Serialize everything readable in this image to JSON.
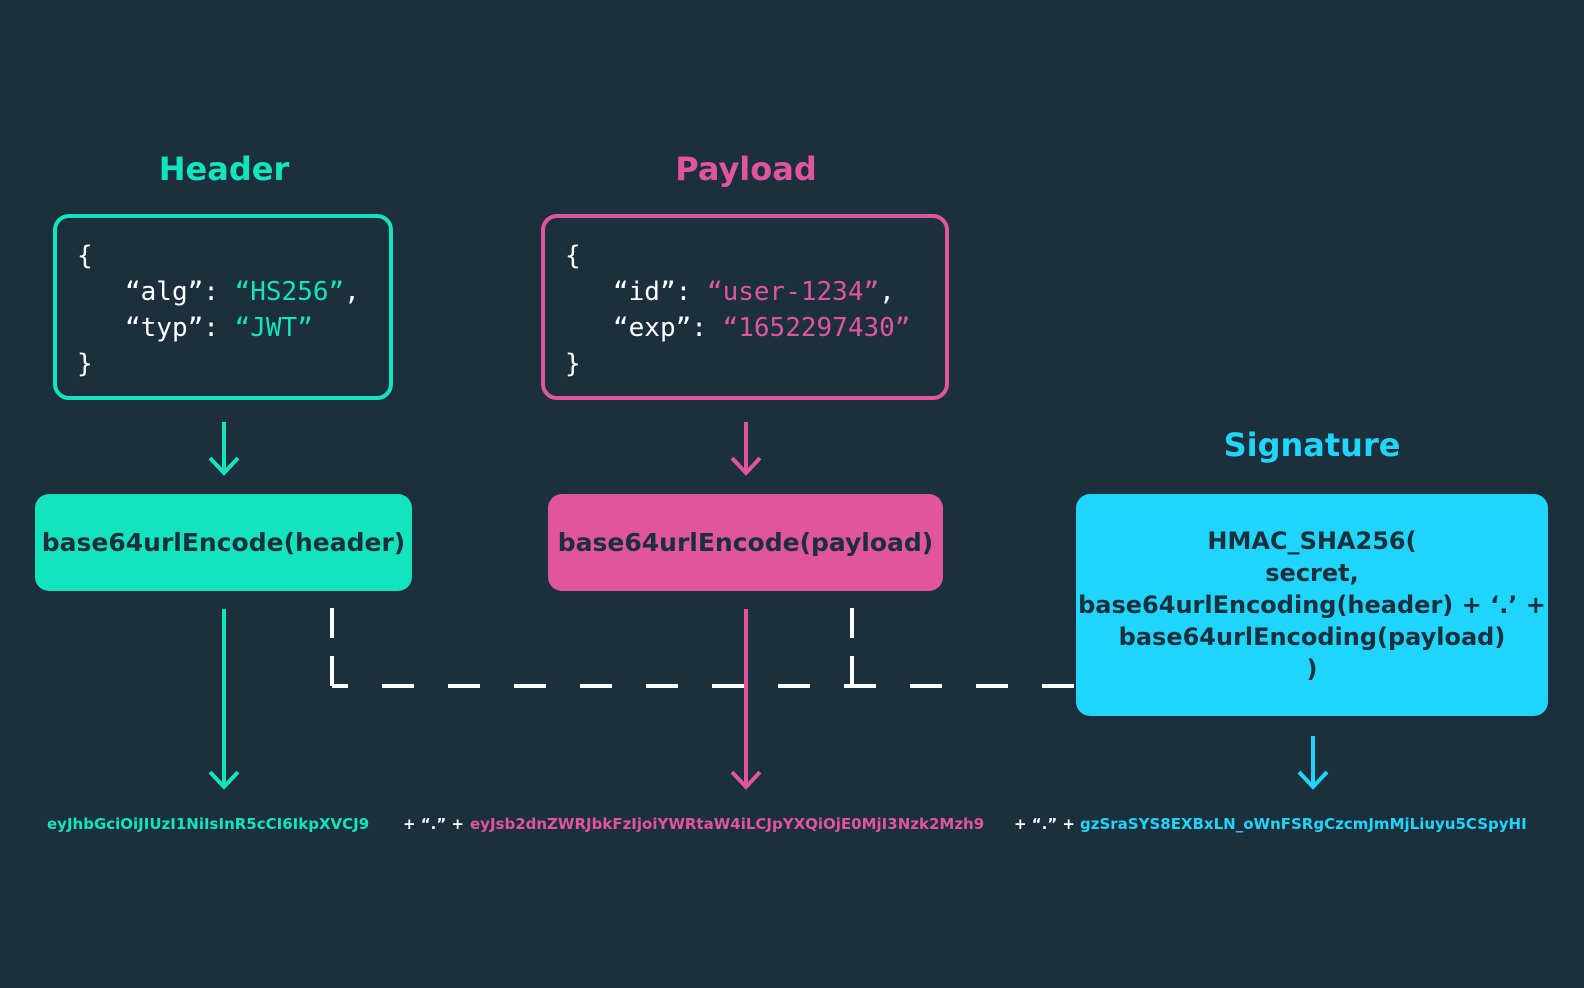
{
  "header": {
    "title": "Header",
    "json": {
      "open": "{",
      "k1": "“alg”",
      "v1": "“HS256”",
      "k2": "“typ”",
      "v2": "“JWT”",
      "close": "}"
    },
    "encode": "base64urlEncode(header)",
    "token": "eyJhbGciOiJIUzI1NiIsInR5cCI6IkpXVCJ9"
  },
  "payload": {
    "title": "Payload",
    "json": {
      "open": "{",
      "k1": "“id”",
      "v1": "“user-1234”",
      "k2": "“exp”",
      "v2": "“1652297430”",
      "close": "}"
    },
    "encode": "base64urlEncode(payload)",
    "token": "eyJsb2dnZWRJbkFzIjoiYWRtaW4iLCJpYXQiOjE0MjI3Nzk2Mzh9"
  },
  "signature": {
    "title": "Signature",
    "lines": [
      "HMAC_SHA256(",
      "secret,",
      "base64urlEncoding(header) + ‘.’ +",
      "base64urlEncoding(payload)",
      ")"
    ],
    "token": "gzSraSYS8EXBxLN_oWnFSRgCzcmJmMjLiuyu5CSpyHI"
  },
  "joiner": "+ “.” +",
  "colors": {
    "header": "#14e4bd",
    "payload": "#e0559e",
    "signature": "#20d5fc",
    "background": "#1b2f3c"
  }
}
